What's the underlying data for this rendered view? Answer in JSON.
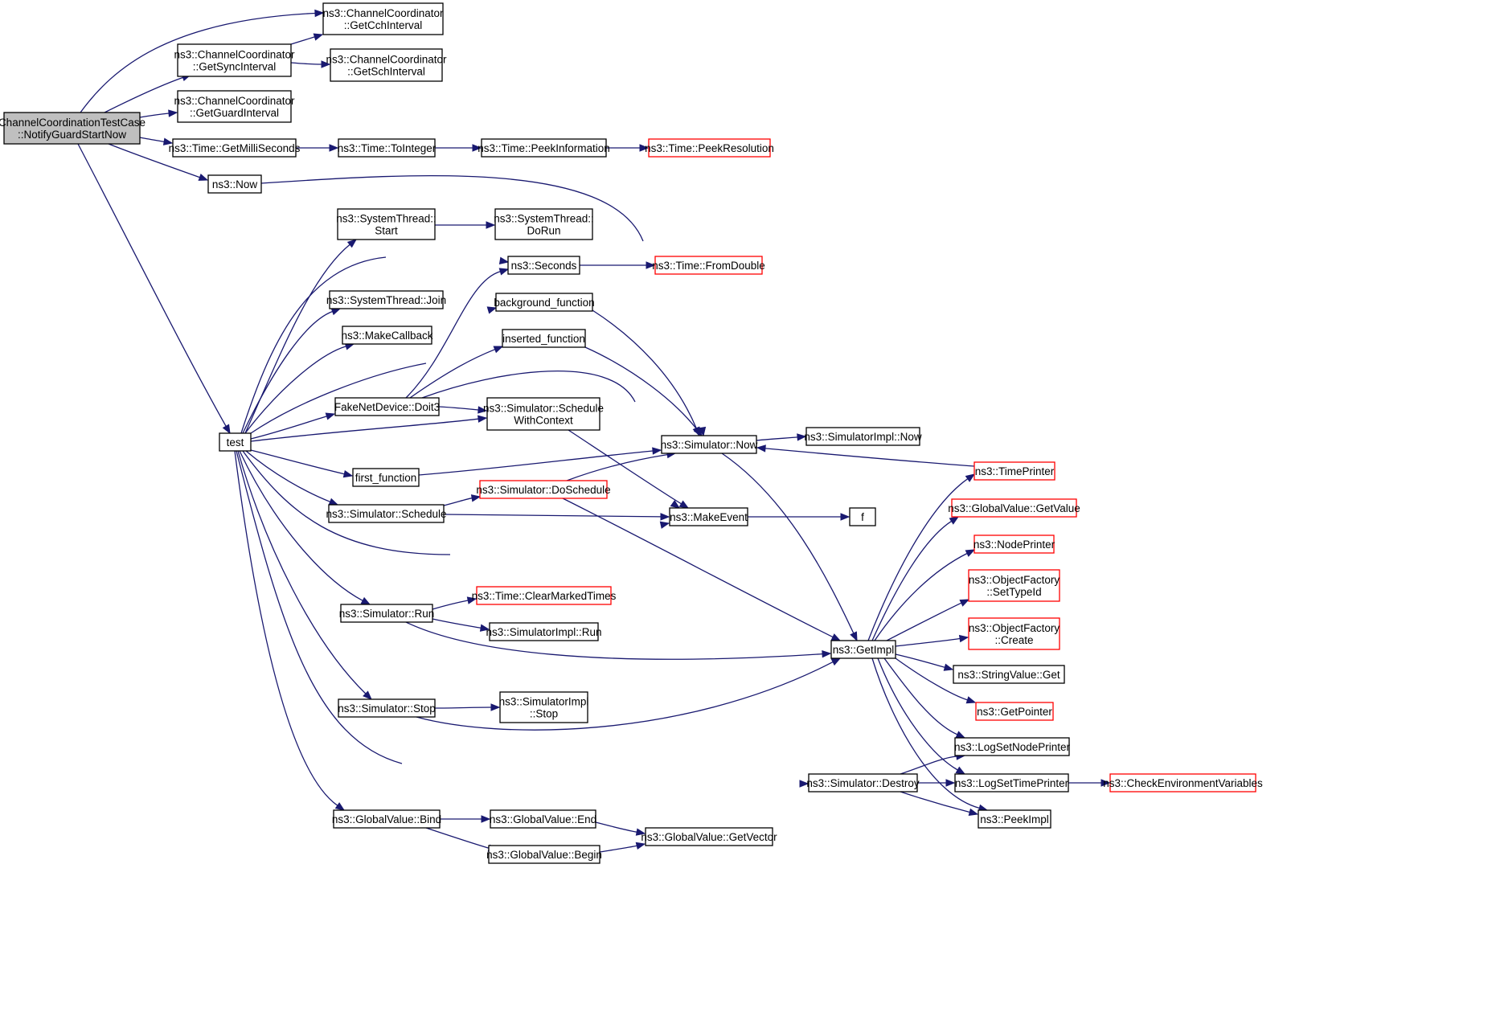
{
  "diagram": {
    "colors": {
      "edge": "#191970",
      "node_border": "#000000",
      "truncated_border": "#ff0000",
      "root_fill": "#bfbfbf",
      "node_fill": "#ffffff"
    },
    "nodes": [
      {
        "id": "root",
        "lines": [
          "ChannelCoordinationTestCase",
          "::NotifyGuardStartNow"
        ],
        "style": "root"
      },
      {
        "id": "getcch",
        "lines": [
          "ns3::ChannelCoordinator",
          "::GetCchInterval"
        ]
      },
      {
        "id": "getsync",
        "lines": [
          "ns3::ChannelCoordinator",
          "::GetSyncInterval"
        ]
      },
      {
        "id": "getsch",
        "lines": [
          "ns3::ChannelCoordinator",
          "::GetSchInterval"
        ]
      },
      {
        "id": "getguard",
        "lines": [
          "ns3::ChannelCoordinator",
          "::GetGuardInterval"
        ]
      },
      {
        "id": "getmilli",
        "lines": [
          "ns3::Time::GetMilliSeconds"
        ]
      },
      {
        "id": "tointeger",
        "lines": [
          "ns3::Time::ToInteger"
        ]
      },
      {
        "id": "peekinfo",
        "lines": [
          "ns3::Time::PeekInformation"
        ]
      },
      {
        "id": "peekres",
        "lines": [
          "ns3::Time::PeekResolution"
        ],
        "style": "trunc"
      },
      {
        "id": "now",
        "lines": [
          "ns3::Now"
        ]
      },
      {
        "id": "test",
        "lines": [
          "test"
        ]
      },
      {
        "id": "ststart",
        "lines": [
          "ns3::SystemThread::",
          "Start"
        ]
      },
      {
        "id": "stdorun",
        "lines": [
          "ns3::SystemThread::",
          "DoRun"
        ]
      },
      {
        "id": "seconds",
        "lines": [
          "ns3::Seconds"
        ]
      },
      {
        "id": "fromdouble",
        "lines": [
          "ns3::Time::FromDouble"
        ],
        "style": "trunc"
      },
      {
        "id": "stjoin",
        "lines": [
          "ns3::SystemThread::Join"
        ]
      },
      {
        "id": "makecb",
        "lines": [
          "ns3::MakeCallback"
        ]
      },
      {
        "id": "bgfunc",
        "lines": [
          "background_function"
        ]
      },
      {
        "id": "insfunc",
        "lines": [
          "inserted_function"
        ]
      },
      {
        "id": "doit3",
        "lines": [
          "FakeNetDevice::Doit3"
        ]
      },
      {
        "id": "schedctx",
        "lines": [
          "ns3::Simulator::Schedule",
          "WithContext"
        ]
      },
      {
        "id": "simnow",
        "lines": [
          "ns3::Simulator::Now"
        ]
      },
      {
        "id": "implnow",
        "lines": [
          "ns3::SimulatorImpl::Now"
        ]
      },
      {
        "id": "firstfunc",
        "lines": [
          "first_function"
        ]
      },
      {
        "id": "timeprinter",
        "lines": [
          "ns3::TimePrinter"
        ],
        "style": "trunc"
      },
      {
        "id": "doschedule",
        "lines": [
          "ns3::Simulator::DoSchedule"
        ],
        "style": "trunc"
      },
      {
        "id": "schedule",
        "lines": [
          "ns3::Simulator::Schedule"
        ]
      },
      {
        "id": "gvgetvalue",
        "lines": [
          "ns3::GlobalValue::GetValue"
        ],
        "style": "trunc"
      },
      {
        "id": "makeevent",
        "lines": [
          "ns3::MakeEvent"
        ]
      },
      {
        "id": "f",
        "lines": [
          "f"
        ]
      },
      {
        "id": "nodeprinter",
        "lines": [
          "ns3::NodePrinter"
        ],
        "style": "trunc"
      },
      {
        "id": "ofsettypeid",
        "lines": [
          "ns3::ObjectFactory",
          "::SetTypeId"
        ],
        "style": "trunc"
      },
      {
        "id": "clearmarked",
        "lines": [
          "ns3::Time::ClearMarkedTimes"
        ],
        "style": "trunc"
      },
      {
        "id": "simrun",
        "lines": [
          "ns3::Simulator::Run"
        ]
      },
      {
        "id": "ofcreate",
        "lines": [
          "ns3::ObjectFactory",
          "::Create"
        ],
        "style": "trunc"
      },
      {
        "id": "implrun",
        "lines": [
          "ns3::SimulatorImpl::Run"
        ]
      },
      {
        "id": "getimpl",
        "lines": [
          "ns3::GetImpl"
        ]
      },
      {
        "id": "svget",
        "lines": [
          "ns3::StringValue::Get"
        ]
      },
      {
        "id": "getpointer",
        "lines": [
          "ns3::GetPointer"
        ],
        "style": "trunc"
      },
      {
        "id": "simstop",
        "lines": [
          "ns3::Simulator::Stop"
        ]
      },
      {
        "id": "implstop",
        "lines": [
          "ns3::SimulatorImpl",
          "::Stop"
        ]
      },
      {
        "id": "lognode",
        "lines": [
          "ns3::LogSetNodePrinter"
        ]
      },
      {
        "id": "simdestroy",
        "lines": [
          "ns3::Simulator::Destroy"
        ]
      },
      {
        "id": "logtime",
        "lines": [
          "ns3::LogSetTimePrinter"
        ]
      },
      {
        "id": "checkenv",
        "lines": [
          "ns3::CheckEnvironmentVariables"
        ],
        "style": "trunc"
      },
      {
        "id": "peekimpl",
        "lines": [
          "ns3::PeekImpl"
        ]
      },
      {
        "id": "gvbind",
        "lines": [
          "ns3::GlobalValue::Bind"
        ]
      },
      {
        "id": "gvend",
        "lines": [
          "ns3::GlobalValue::End"
        ]
      },
      {
        "id": "gvgetvector",
        "lines": [
          "ns3::GlobalValue::GetVector"
        ]
      },
      {
        "id": "gvbegin",
        "lines": [
          "ns3::GlobalValue::Begin"
        ]
      }
    ],
    "edges": [
      [
        "root",
        "getcch"
      ],
      [
        "root",
        "getsync"
      ],
      [
        "root",
        "getguard"
      ],
      [
        "root",
        "getmilli"
      ],
      [
        "root",
        "now"
      ],
      [
        "root",
        "test"
      ],
      [
        "getsync",
        "getcch"
      ],
      [
        "getsync",
        "getsch"
      ],
      [
        "getmilli",
        "tointeger"
      ],
      [
        "tointeger",
        "peekinfo"
      ],
      [
        "peekinfo",
        "peekres"
      ],
      [
        "now",
        "simnow"
      ],
      [
        "test",
        "ststart"
      ],
      [
        "test",
        "seconds"
      ],
      [
        "test",
        "stjoin"
      ],
      [
        "test",
        "makecb"
      ],
      [
        "test",
        "bgfunc"
      ],
      [
        "test",
        "doit3"
      ],
      [
        "test",
        "schedctx"
      ],
      [
        "test",
        "firstfunc"
      ],
      [
        "test",
        "schedule"
      ],
      [
        "test",
        "makeevent"
      ],
      [
        "test",
        "simrun"
      ],
      [
        "test",
        "simstop"
      ],
      [
        "test",
        "simdestroy"
      ],
      [
        "test",
        "gvbind"
      ],
      [
        "ststart",
        "stdorun"
      ],
      [
        "seconds",
        "fromdouble"
      ],
      [
        "bgfunc",
        "simnow"
      ],
      [
        "insfunc",
        "simnow"
      ],
      [
        "doit3",
        "seconds"
      ],
      [
        "doit3",
        "insfunc"
      ],
      [
        "doit3",
        "schedctx"
      ],
      [
        "doit3",
        "makeevent"
      ],
      [
        "schedctx",
        "makeevent"
      ],
      [
        "firstfunc",
        "simnow"
      ],
      [
        "schedule",
        "doschedule"
      ],
      [
        "schedule",
        "makeevent"
      ],
      [
        "doschedule",
        "simnow"
      ],
      [
        "doschedule",
        "getimpl"
      ],
      [
        "simnow",
        "implnow"
      ],
      [
        "simnow",
        "getimpl"
      ],
      [
        "makeevent",
        "f"
      ],
      [
        "timeprinter",
        "simnow"
      ],
      [
        "simrun",
        "clearmarked"
      ],
      [
        "simrun",
        "implrun"
      ],
      [
        "simrun",
        "getimpl"
      ],
      [
        "simstop",
        "implstop"
      ],
      [
        "simstop",
        "getimpl"
      ],
      [
        "getimpl",
        "timeprinter"
      ],
      [
        "getimpl",
        "gvgetvalue"
      ],
      [
        "getimpl",
        "nodeprinter"
      ],
      [
        "getimpl",
        "ofsettypeid"
      ],
      [
        "getimpl",
        "ofcreate"
      ],
      [
        "getimpl",
        "svget"
      ],
      [
        "getimpl",
        "getpointer"
      ],
      [
        "getimpl",
        "lognode"
      ],
      [
        "getimpl",
        "logtime"
      ],
      [
        "getimpl",
        "peekimpl"
      ],
      [
        "simdestroy",
        "lognode"
      ],
      [
        "simdestroy",
        "logtime"
      ],
      [
        "simdestroy",
        "peekimpl"
      ],
      [
        "logtime",
        "checkenv"
      ],
      [
        "gvbind",
        "gvend"
      ],
      [
        "gvbind",
        "gvbegin"
      ],
      [
        "gvend",
        "gvgetvector"
      ],
      [
        "gvbegin",
        "gvgetvector"
      ]
    ]
  }
}
